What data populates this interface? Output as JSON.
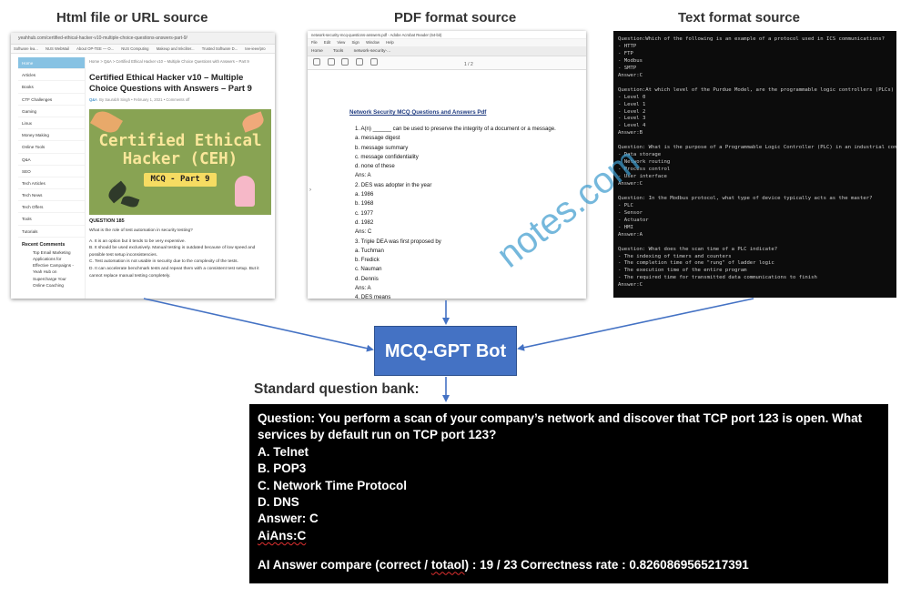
{
  "titles": {
    "html": "Html file or URL source",
    "pdf": "PDF format source",
    "text": "Text format source"
  },
  "browser": {
    "url": "yeahhub.com/certified-ethical-hacker-v10-multiple-choice-questions-answers-part-9/",
    "bookmarks": [
      "Software lea...",
      "NUS WebMail",
      "About OP-TEE — O...",
      "NUS Computing",
      "Makeup and Inkcliter...",
      "Trusted Software D...",
      "tee-ieee/pro"
    ],
    "sidebar": [
      "Home",
      "Articles",
      "Books",
      "CTF Challenges",
      "Gaming",
      "Linux",
      "Money Making",
      "Online Tools",
      "Q&A",
      "SEO",
      "Tech Articles",
      "Tech News",
      "Tech Offers",
      "Tools",
      "Tutorials"
    ],
    "recent_title": "Recent Comments",
    "recent_lines": [
      "Top Email Marketing",
      "Applications for",
      "Effective Campaigns -",
      "Yeah Hub on",
      "Supercharge Your",
      "Online Coaching"
    ],
    "breadcrumb": "Home  >  Q&A  >  Certified Ethical Hacker v10 – Multiple Choice Questions with Answers – Part 9",
    "headline": "Certified Ethical Hacker v10 – Multiple Choice Questions with Answers – Part 9",
    "meta_cat": "Q&A",
    "meta_rest": "By Saurabh Singh   •   February 1, 2021   •   Comments off",
    "banner_line1": "Certified Ethical",
    "banner_line2": "Hacker (CEH)",
    "banner_tag": "MCQ - Part 9",
    "question_no": "QUESTION 185",
    "question": "What is the role of test automation in security testing?",
    "options": [
      "A. It is an option but it tends to be very expensive.",
      "B. It should be used exclusively. Manual testing is outdated because of low speed and possible test setup inconsistencies.",
      "C. Test automation is not usable in security due to the complexity of the tests.",
      "D. It can accelerate benchmark tests and repeat them with a consistent test setup. But it cannot replace manual testing completely."
    ]
  },
  "pdf": {
    "window_title": "network-security-mcq-questions-answers.pdf - Adobe Acrobat Reader (64-bit)",
    "menu": [
      "File",
      "Edit",
      "View",
      "Sign",
      "Window",
      "Help"
    ],
    "tabs": [
      "Home",
      "Tools",
      "network-security-..."
    ],
    "page_indicator": "1  / 2",
    "heading": "Network Security MCQ Questions and Answers Pdf",
    "lines": [
      "1.   A(n) ______ can be used to preserve the integrity of a document or a message.",
      "       a.   message digest",
      "       b.   message summary",
      "       c.   message confidentiality",
      "       d.   none of these",
      "              Ans: A",
      "2.   DES was adopter in the year",
      "       a.   1986",
      "       b.   1968",
      "       c.   1977",
      "       d.   1982",
      "              Ans: C",
      "3.   Triple DEA was first proposed by",
      "       a.   Tuchman",
      "       b.   Fredick",
      "       c.   Nauman",
      "       d.   Dennis",
      "              Ans: A",
      "4.   DES means"
    ]
  },
  "console": {
    "lines": [
      "Question:Which of the following is an example of a protocol used in ICS communications?",
      "- HTTP",
      "- FTP",
      "- Modbus",
      "- SMTP",
      "Answer:C",
      "",
      "Question:At which level of the Purdue Model, are the programmable logic controllers (PLCs) t",
      "- Level 0",
      "- Level 1",
      "- Level 2",
      "- Level 3",
      "- Level 4",
      "Answer:B",
      "",
      "Question: What is the purpose of a Programmable Logic Controller (PLC) in an industrial cont",
      "- Data storage",
      "- Network routing",
      "- Process control",
      "- User interface",
      "Answer:C",
      "",
      "Question: In the Modbus protocol, what type of device typically acts as the master?",
      "- PLC",
      "- Sensor",
      "- Actuator",
      "- HMI",
      "Answer:A",
      "",
      "Question: What does the scan time of a PLC indicate?",
      "- The indexing of timers and counters",
      "- The completion time of one \"rung\" of ladder logic",
      "- The execution time of the entire program",
      "- The required time for transmitted data communications to finish",
      "Answer:C"
    ]
  },
  "watermark": "notes.com",
  "bot_label": "MCQ-GPT Bot",
  "bank_title": "Standard question bank:",
  "output": {
    "question": "Question: You perform a scan of your company’s network and discover that TCP port 123 is open. What services by default run on TCP port 123?",
    "options": [
      "A. Telnet",
      "B. POP3",
      "C. Network Time Protocol",
      "D. DNS"
    ],
    "answer": "Answer: C",
    "ai_answer": "AiAns:C",
    "compare_a": "AI Answer compare (correct / ",
    "compare_b": "totaol",
    "compare_c": ") : 19 / 23 Correctness rate : 0.8260869565217391"
  },
  "colors": {
    "arrow": "#4472c4",
    "bot_fill": "#4472c4",
    "banner": "#88a353",
    "sidebar_active": "#87c2e3",
    "watermark": "#409dcf"
  }
}
